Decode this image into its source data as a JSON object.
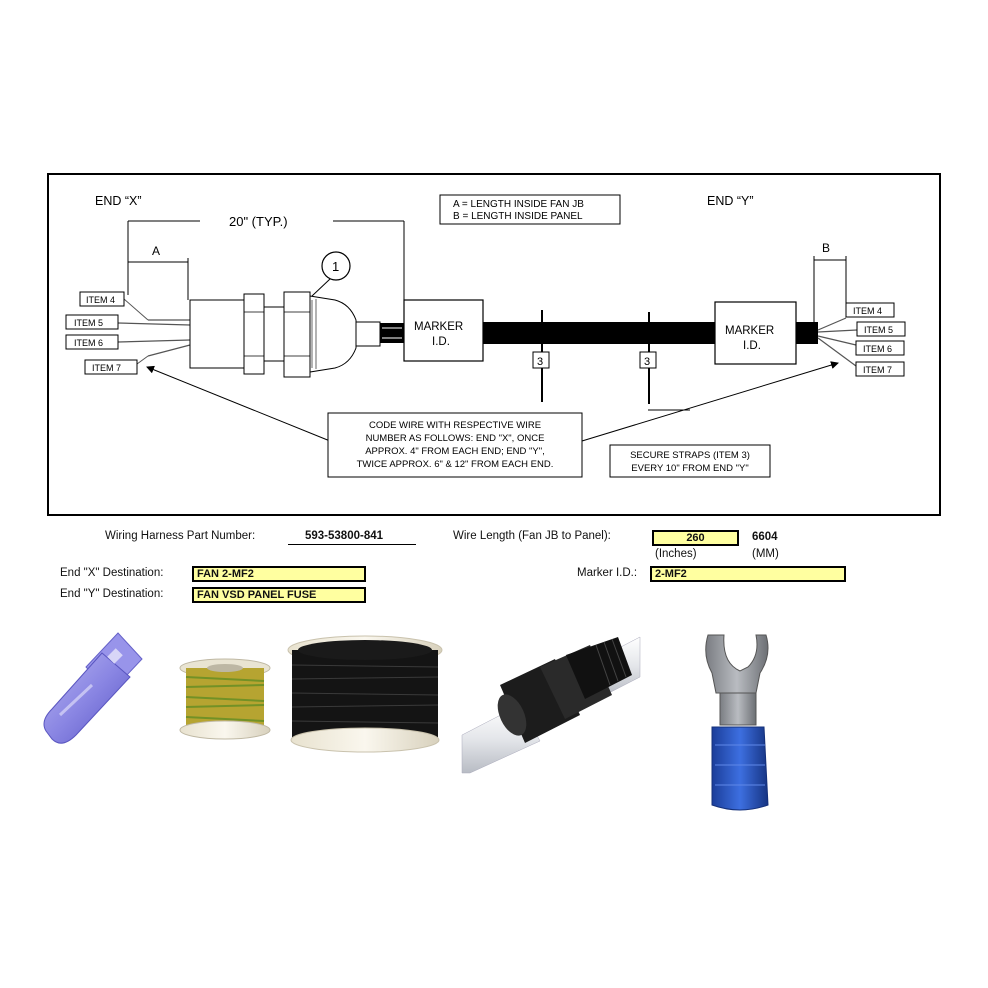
{
  "diagram": {
    "end_x_label": "END “X”",
    "end_y_label": "END “Y”",
    "typ_length": "20\" (TYP.)",
    "dim_a": "A",
    "dim_b": "B",
    "legend_a": "A = LENGTH INSIDE FAN JB",
    "legend_b": "B = LENGTH INSIDE PANEL",
    "callout_number": "1",
    "marker_line1": "MARKER",
    "marker_line2": "I.D.",
    "strap_item": "3",
    "items_left": [
      "ITEM 4",
      "ITEM 5",
      "ITEM 6",
      "ITEM 7"
    ],
    "items_right": [
      "ITEM 4",
      "ITEM 5",
      "ITEM 6",
      "ITEM 7"
    ],
    "code_note": [
      "CODE WIRE WITH RESPECTIVE WIRE",
      "NUMBER AS FOLLOWS:  END \"X\", ONCE",
      "APPROX. 4\" FROM EACH END; END \"Y\",",
      "TWICE APPROX. 6\" & 12\" FROM EACH END."
    ],
    "strap_note": [
      "SECURE STRAPS (ITEM 3)",
      "EVERY 10\" FROM END \"Y\""
    ]
  },
  "form": {
    "part_number_label": "Wiring Harness Part Number:",
    "part_number": "593-53800-841",
    "wire_length_label": "Wire Length (Fan JB to Panel):",
    "wire_length_in": "260",
    "wire_length_mm": "6604",
    "unit_in": "(Inches)",
    "unit_mm": "(MM)",
    "end_x_dest_label": "End \"X\" Destination:",
    "end_x_dest": "FAN 2-MF2",
    "end_y_dest_label": "End \"Y\" Destination:",
    "end_y_dest": "FAN VSD PANEL FUSE",
    "marker_id_label": "Marker I.D.:",
    "marker_id": "2-MF2"
  },
  "colors": {
    "field_fill": "#ffffa0",
    "cable": "#000000",
    "terminal_blue": "#2a55c4"
  }
}
